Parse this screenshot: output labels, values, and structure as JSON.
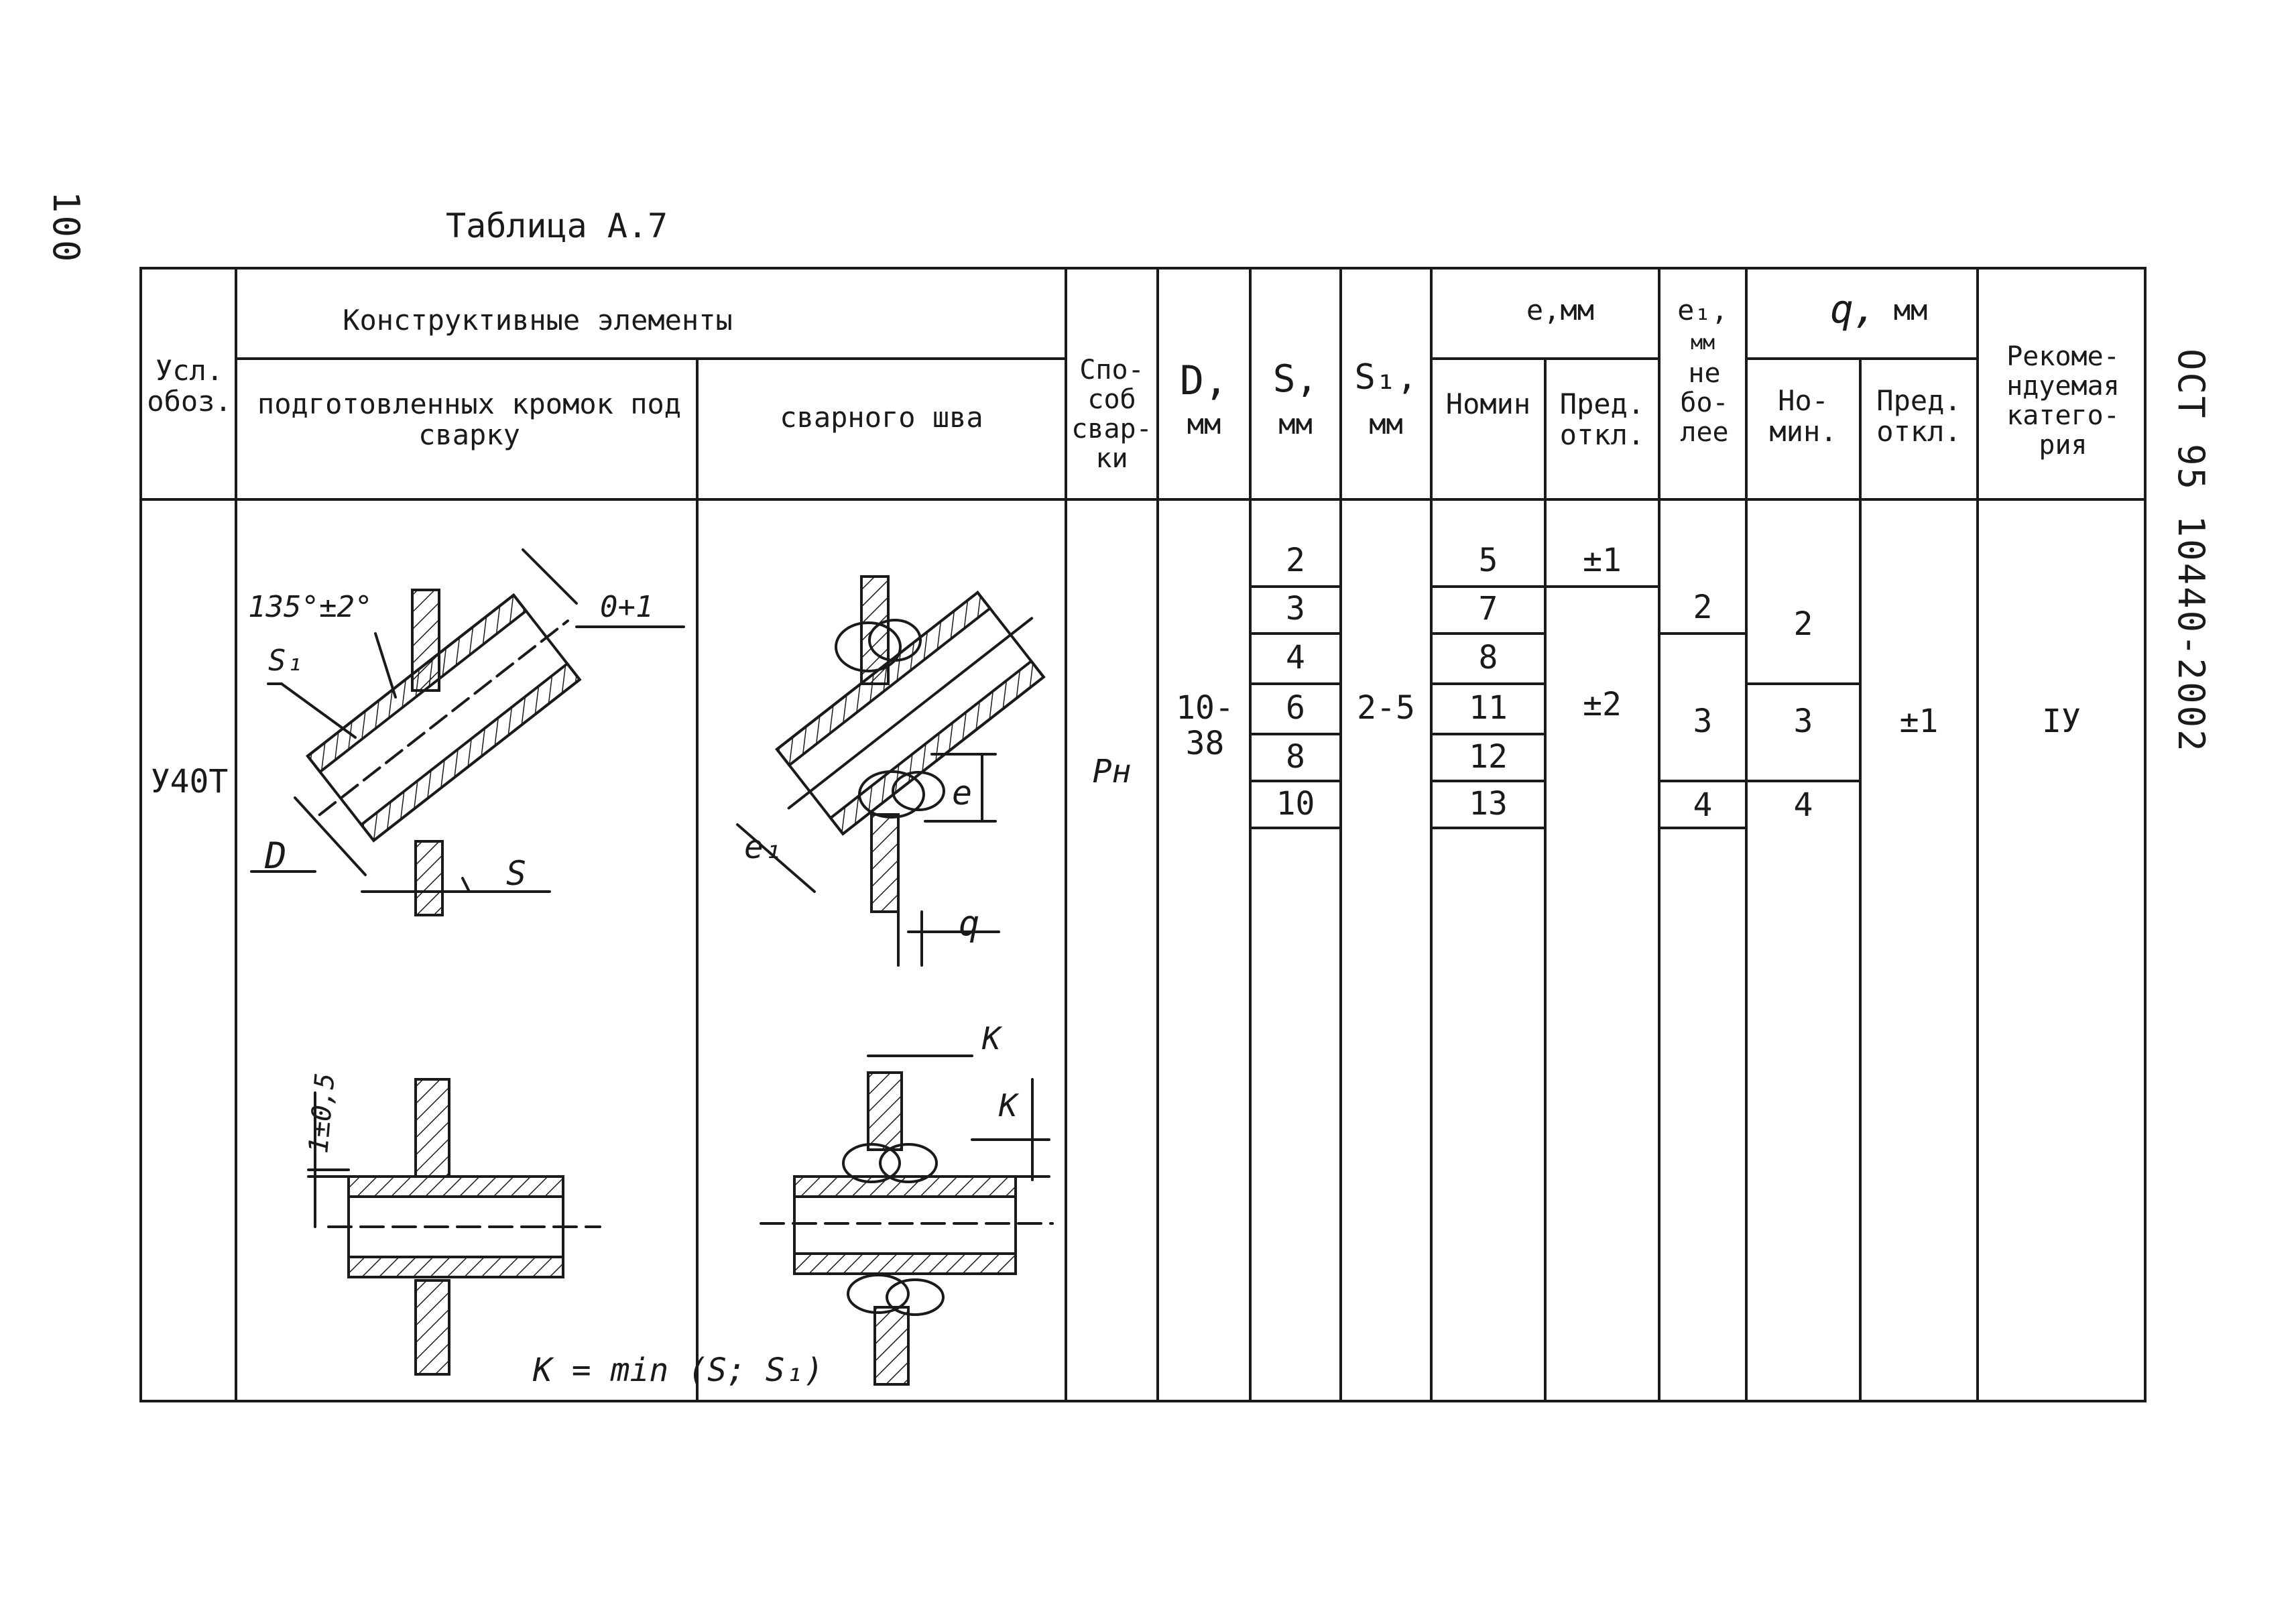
{
  "page_number": "100",
  "table_title": "Таблица А.7",
  "doc_code": "ОСТ 95 10440-2002",
  "header": {
    "usl": "Усл. обоз.",
    "konstr": "Конструктивные элементы",
    "podg": "подготовленных кромок под сварку",
    "svarn": "сварного шва",
    "sposob": "Спо- соб свар- ки",
    "D": "D,",
    "D_unit": "мм",
    "S": "S,",
    "S_unit": "мм",
    "S1": "S₁,",
    "S1_unit": "мм",
    "e": "е,мм",
    "e_nom": "Номин",
    "e_pred": "Пред. откл.",
    "e1": "е₁,",
    "e1_unit": "мм",
    "e1_sub": "не бо- лее",
    "q": "q,",
    "q_unit": "мм",
    "q_nom": "Но- мин.",
    "q_pred": "Пред. откл.",
    "category": "Рекоме- ндуемая катего- рия"
  },
  "row": {
    "usl": "У40Т",
    "sposob": "Рн",
    "D": "10- 38",
    "S_values": [
      "2",
      "3",
      "4",
      "6",
      "8",
      "10"
    ],
    "S1": "2-5",
    "e_nom_values": [
      "5",
      "7",
      "8",
      "11",
      "12",
      "13"
    ],
    "e_pred_1": "±1",
    "e_pred_2": "±2",
    "e1_values": [
      "2",
      "3",
      "4"
    ],
    "q_nom_values": [
      "2",
      "3",
      "4"
    ],
    "q_pred": "±1",
    "category": "IУ"
  },
  "drawing_labels": {
    "angle": "135°±2°",
    "gap": "0+1",
    "s1": "S₁",
    "D": "D",
    "s": "S",
    "e": "е",
    "e1": "е₁",
    "q": "q",
    "offset": "1±0,5",
    "k": "K",
    "k_formula": "K = min (S; S₁)"
  }
}
